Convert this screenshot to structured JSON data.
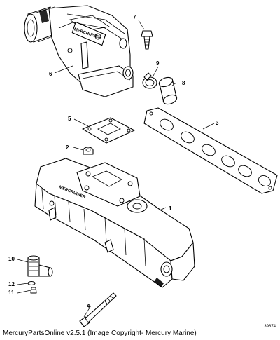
{
  "diagram": {
    "callouts": [
      {
        "id": "1"
      },
      {
        "id": "2"
      },
      {
        "id": "3"
      },
      {
        "id": "4"
      },
      {
        "id": "5"
      },
      {
        "id": "6"
      },
      {
        "id": "7"
      },
      {
        "id": "8"
      },
      {
        "id": "9"
      },
      {
        "id": "10"
      },
      {
        "id": "11"
      },
      {
        "id": "12"
      }
    ],
    "parts": {
      "elbow_brand_text": "MERCRUISER",
      "manifold_brand_text": "MERCRUISER"
    },
    "drawing_number": "39874"
  },
  "footer": {
    "copyright": "MercuryPartsOnline v2.5.1 (Image Copyright- Mercury Marine)"
  }
}
